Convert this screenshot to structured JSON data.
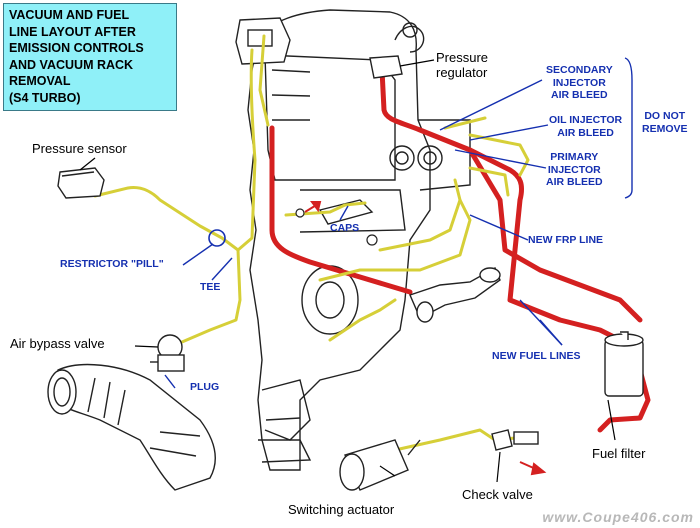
{
  "title": [
    "VACUUM AND FUEL",
    "LINE LAYOUT AFTER",
    "EMISSION CONTROLS",
    "AND VACUUM RACK",
    "REMOVAL",
    "(S4 TURBO)"
  ],
  "labels": {
    "pressure_sensor": "Pressure sensor",
    "pressure_regulator": [
      "Pressure",
      "regulator"
    ],
    "secondary_injector_air_bleed": [
      "SECONDARY",
      "INJECTOR",
      "AIR BLEED"
    ],
    "oil_injector_air_bleed": [
      "OIL INJECTOR",
      "AIR BLEED"
    ],
    "primary_injector_air_bleed": [
      "PRIMARY",
      "INJECTOR",
      "AIR BLEED"
    ],
    "do_not_remove": [
      "DO NOT",
      "REMOVE"
    ],
    "caps": "CAPS",
    "new_frp_line": "NEW FRP LINE",
    "restrictor_pill": "RESTRICTOR \"PILL\"",
    "tee": "TEE",
    "air_bypass_valve": "Air bypass valve",
    "plug": "PLUG",
    "new_fuel_lines": "NEW FUEL LINES",
    "fuel_filter": "Fuel filter",
    "switching_actuator": "Switching actuator",
    "check_valve": "Check valve"
  },
  "watermark": "www.Coupe406.com",
  "colors": {
    "title_bg": "#8ff0f8",
    "annotation_blue": "#1530b0",
    "fuel_line_red": "#d42020",
    "vacuum_line_yellow": "#e6e04a",
    "line_art": "#222222"
  }
}
